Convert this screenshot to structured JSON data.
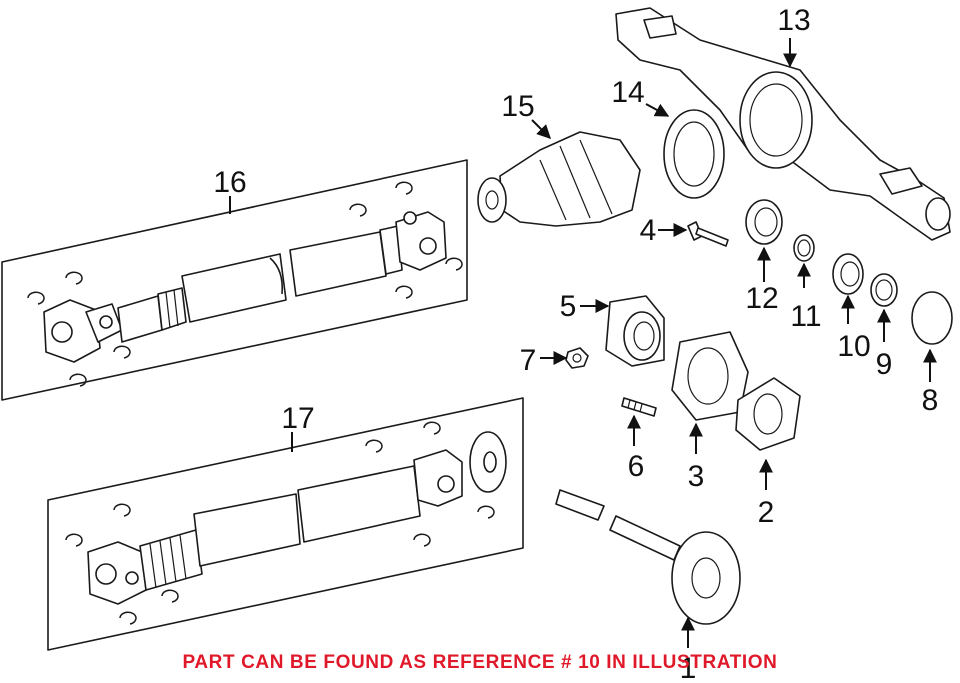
{
  "diagram": {
    "footer_note": "PART CAN BE FOUND AS REFERENCE # 10 IN ILLUSTRATION",
    "note_color": "#e0192a",
    "line_color": "#1a1a1a",
    "callouts": [
      {
        "number": "1",
        "part": "axle-shaft"
      },
      {
        "number": "2",
        "part": "gasket"
      },
      {
        "number": "3",
        "part": "retainer-plate"
      },
      {
        "number": "4",
        "part": "bolt"
      },
      {
        "number": "5",
        "part": "bearing-housing"
      },
      {
        "number": "6",
        "part": "stud-bolt"
      },
      {
        "number": "7",
        "part": "nut"
      },
      {
        "number": "8",
        "part": "o-ring"
      },
      {
        "number": "9",
        "part": "seal"
      },
      {
        "number": "10",
        "part": "bearing"
      },
      {
        "number": "11",
        "part": "snap-ring"
      },
      {
        "number": "12",
        "part": "oil-seal"
      },
      {
        "number": "13",
        "part": "axle-housing"
      },
      {
        "number": "14",
        "part": "carrier-gasket"
      },
      {
        "number": "15",
        "part": "differential-carrier"
      },
      {
        "number": "16",
        "part": "rear-propeller-shaft"
      },
      {
        "number": "17",
        "part": "front-propeller-shaft"
      }
    ]
  }
}
